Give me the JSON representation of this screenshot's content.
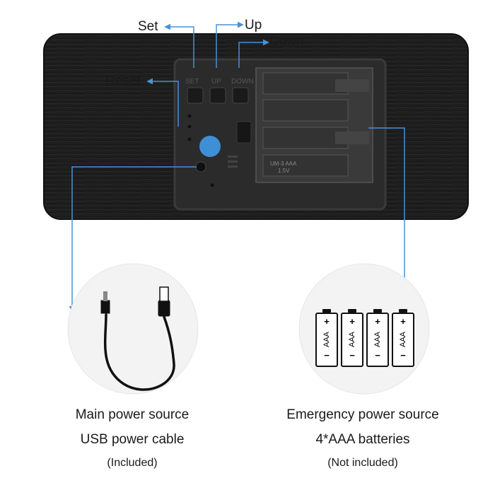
{
  "callouts": {
    "set": "Set",
    "up": "Up",
    "down": "Down",
    "reset": "Reset"
  },
  "device_labels": {
    "set": "SET",
    "up": "UP",
    "down": "DOWN",
    "cell_label": "UM-3 AAA",
    "cell_voltage": "1.5V"
  },
  "left_panel": {
    "title": "Main power source",
    "subtitle": "USB power cable",
    "note": "(Included)"
  },
  "right_panel": {
    "title": "Emergency power source",
    "subtitle": "4*AAA batteries",
    "note": "(Not included)"
  },
  "battery_icon": {
    "label": "AAA",
    "plus": "+",
    "minus": "−",
    "count": 4
  },
  "colors": {
    "leader_line": "#4a90d8",
    "wood_body": "#1c1c1c",
    "panel": "#2a2a2a",
    "usb_label": "#3f8fd6"
  }
}
